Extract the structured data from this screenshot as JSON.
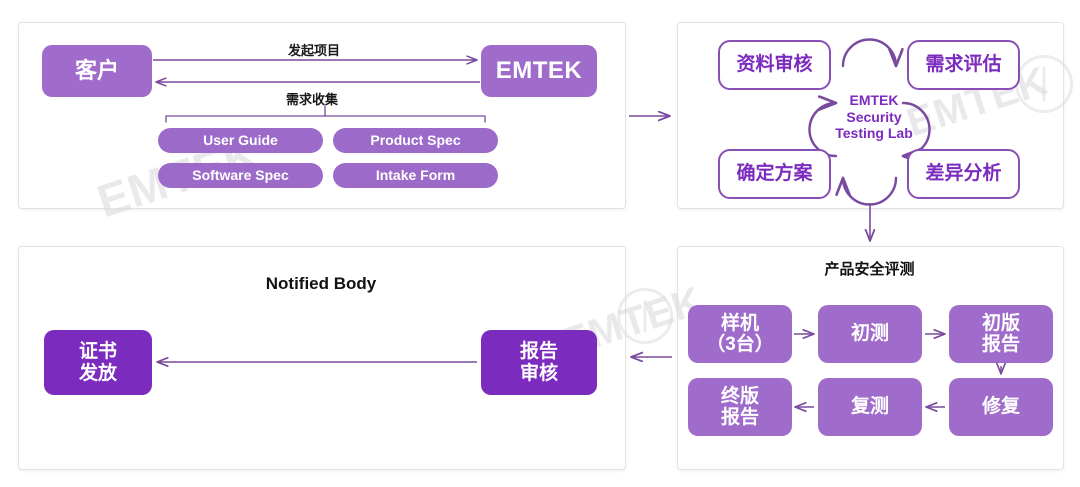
{
  "theme": {
    "accent_mid": "#a06ccb",
    "accent_deep": "#7b2bbe",
    "outline_stroke": "#8a4fb5",
    "arrow": "#7a4a9e",
    "panel_border": "#e3e3e6",
    "text_dark": "#111111",
    "watermark": "#d8d8dc"
  },
  "watermark": {
    "text": "EMTEK"
  },
  "panels": {
    "client_intake": {
      "name": "client-intake-panel",
      "nodes": {
        "customer": "客户",
        "emtek": "EMTEK"
      },
      "labels": {
        "initiate": "发起项目",
        "collect": "需求收集"
      },
      "documents": [
        {
          "label": "User Guide"
        },
        {
          "label": "Product Spec"
        },
        {
          "label": "Software Spec"
        },
        {
          "label": "Intake Form"
        }
      ]
    },
    "security_lab": {
      "name": "security-testing-lab-panel",
      "center_title": [
        "EMTEK",
        "Security",
        "Testing Lab"
      ],
      "steps": [
        {
          "id": "material-review",
          "label": "资料审核"
        },
        {
          "id": "requirement-assessment",
          "label": "需求评估"
        },
        {
          "id": "gap-analysis",
          "label": "差异分析"
        },
        {
          "id": "confirm-plan",
          "label": "确定方案"
        }
      ]
    },
    "notified_body": {
      "name": "notified-body-panel",
      "title": "Notified Body",
      "nodes": [
        {
          "id": "certificate-issuance",
          "label": "证书\n发放"
        },
        {
          "id": "report-review",
          "label": "报告\n审核"
        }
      ]
    },
    "product_security_assessment": {
      "name": "product-security-assessment-panel",
      "title": "产品安全评测",
      "steps": [
        {
          "id": "sample",
          "label": "样机\n（3台）"
        },
        {
          "id": "initial-test",
          "label": "初测"
        },
        {
          "id": "draft-report",
          "label": "初版\n报告"
        },
        {
          "id": "final-report",
          "label": "终版\n报告"
        },
        {
          "id": "retest",
          "label": "复测"
        },
        {
          "id": "fix",
          "label": "修复"
        }
      ]
    }
  }
}
